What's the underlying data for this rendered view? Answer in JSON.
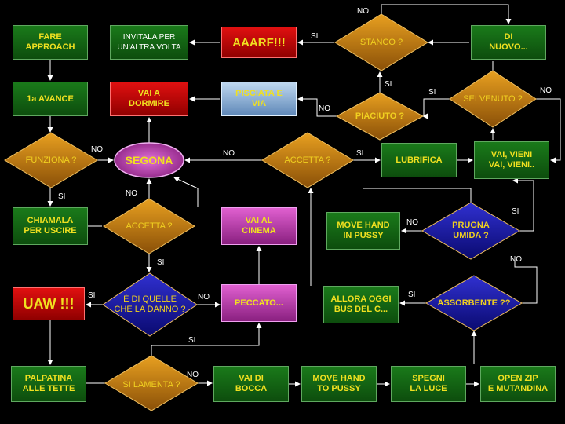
{
  "diagram": {
    "boxes": {
      "fare_approach": "FARE\nAPPROACH",
      "invitala": "INVITALA PER\nUN'ALTRA VOLTA",
      "aaarf": "AAARF!!!",
      "di_nuovo": "DI\nNUOVO...",
      "prima_avance": "1a AVANCE",
      "vai_a_dormire": "VAI A\nDORMIRE",
      "pisciata": "PISCIATA E\nVIA",
      "segona": "SEGONA",
      "lubrifica": "LUBRIFICA",
      "vai_vieni": "VAI, VIENI\nVAI, VIENI..",
      "chiamala": "CHIAMALA\nPER USCIRE",
      "vai_al_cinema": "VAI AL\nCINEMA",
      "move_hand_pussy": "MOVE HAND\nIN PUSSY",
      "uaw": "UAW !!!",
      "peccato": "PECCATO...",
      "allora_oggi": "ALLORA OGGI\nBUS DEL C...",
      "palpatina": "PALPATINA\nALLE TETTE",
      "vai_di_bocca": "VAI DI\nBOCCA",
      "move_hand_to_pussy": "MOVE HAND\nTO PUSSY",
      "spegni_luce": "SPEGNI\nLA LUCE",
      "open_zip": "OPEN ZIP\nE MUTANDINA"
    },
    "decisions": {
      "stanco": "STANCO ?",
      "piaciuto": "PIACIUTO ?",
      "sei_venuto": "SEI VENUTO ?",
      "funziona": "FUNZIONA ?",
      "accetta_center": "ACCETTA ?",
      "accetta_left": "ACCETTA ?",
      "prugna_umida": "PRUGNA\nUMIDA ?",
      "di_quelle": "É DI QUELLE\nCHE LA DANNO ?",
      "assorbente": "ASSORBENTE ??",
      "si_lamenta": "SI LAMENTA ?"
    },
    "edge_labels": {
      "si": "SI",
      "no": "NO"
    },
    "colors": {
      "background": "#000000",
      "arrow": "#ffffff",
      "label_text": "#f0e020",
      "green_box": "#1a7a1a",
      "red_box": "#d01010",
      "pink_box": "#c040b0",
      "light_blue_box": "#8fb4dc",
      "orange_diamond": "#c07810",
      "blue_diamond": "#1818a0"
    }
  }
}
